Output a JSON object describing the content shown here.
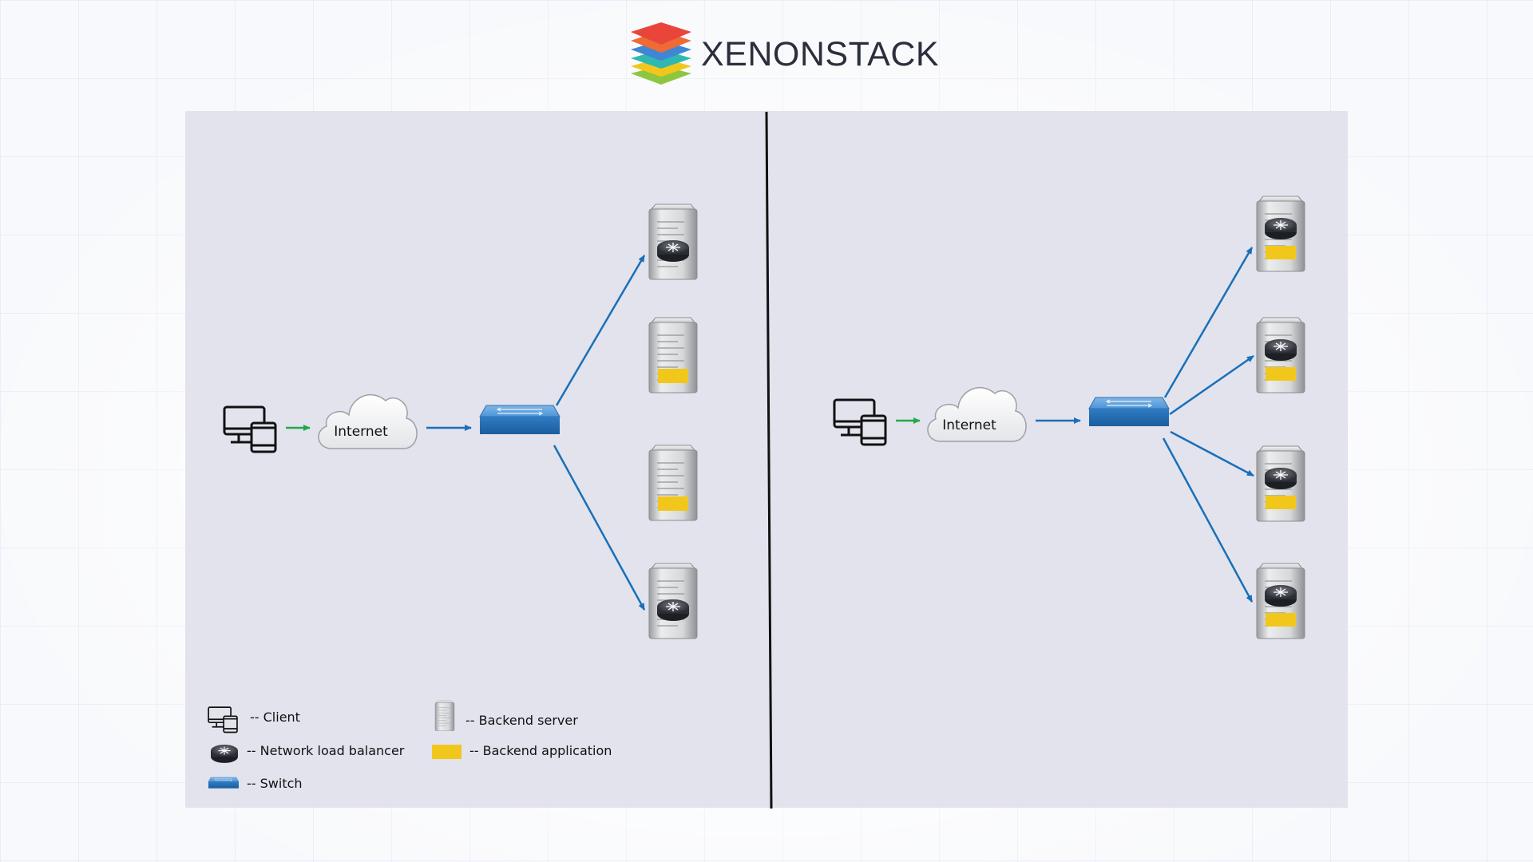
{
  "logo": {
    "text": "XENONSTACK"
  },
  "diagram": {
    "left_cloud_label": "Internet",
    "right_cloud_label": "Internet"
  },
  "legend": {
    "client": "-- Client",
    "load_balancer": "-- Network load balancer",
    "switch": "-- Switch",
    "backend_server": "-- Backend server",
    "backend_application": "-- Backend application"
  },
  "colors": {
    "panel": "#e2e3ed",
    "flow_arrow": "#1a6fb8",
    "client_arrow": "#22a84a",
    "backend_application": "#f2c71c",
    "switch": "#3a8ad0"
  }
}
